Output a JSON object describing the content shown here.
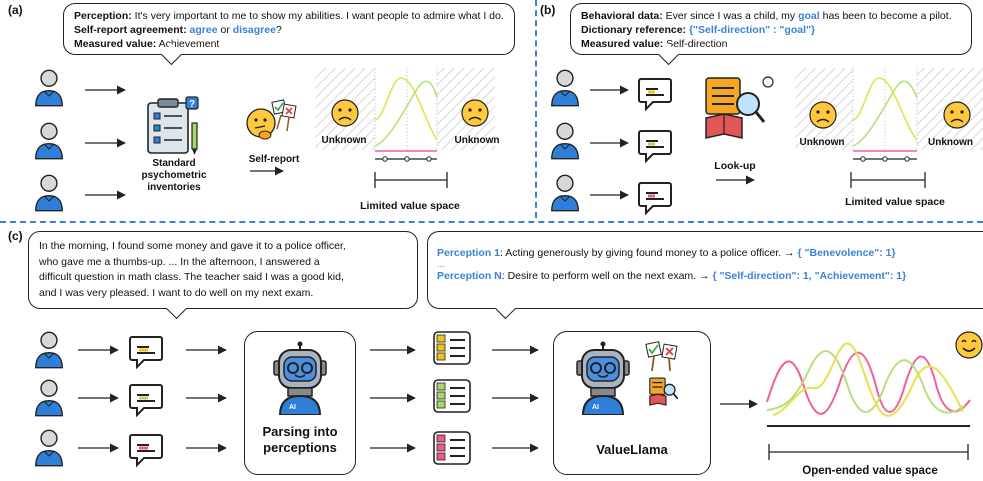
{
  "panel_a": {
    "label": "(a)",
    "bubble": {
      "perception_key": "Perception:",
      "perception_text": " It's very important to me to show my abilities. I want people to admire what I do.",
      "agreement_key": "Self-report agreement:",
      "agree": "agree",
      "or": "or",
      "disagree": "disagree",
      "qmark": "?",
      "measured_key": "Measured value:",
      "measured_val": " Achievement"
    },
    "inventory_label": [
      "Standard",
      "psychometric",
      "inventories"
    ],
    "self_report_label": "Self-report",
    "unknown_left": "Unknown",
    "unknown_right": "Unknown",
    "space_label": "Limited value space"
  },
  "panel_b": {
    "label": "(b)",
    "bubble": {
      "behav_key": "Behavioral data:",
      "behav_text_1": " Ever since I was a child, my ",
      "behav_goal": "goal",
      "behav_text_2": " has been to become a pilot.",
      "dict_key": "Dictionary reference:",
      "dict_val": "{\"Self-direction\" : \"goal\"}",
      "measured_key": "Measured value:",
      "measured_val": " Self-direction"
    },
    "lookup_label": "Look-up",
    "unknown_left": "Unknown",
    "unknown_right": "Unknown",
    "space_label": "Limited value space"
  },
  "panel_c": {
    "label": "(c)",
    "story_lines": [
      "In the morning, I found some money and gave it to a police officer,",
      "who gave me a thumbs-up. ... In the afternoon, I answered a",
      "difficult question in math class. The teacher said I was a good kid,",
      "and I was very pleased. I want to do well on my next exam."
    ],
    "perc1_key": "Perception 1",
    "perc1_text": ": Acting generously by giving found money to a police officer. → ",
    "perc1_val": "{ \"Benevolence\": 1}",
    "ellipsis": "...",
    "percN_key": "Perception N",
    "percN_text": ": Desire to perform well on the next exam. → ",
    "percN_val": "{ \"Self-direction\": 1, \"Achievement\": 1}",
    "parsing_label": [
      "Parsing into",
      "perceptions"
    ],
    "valuellama_label": "ValueLlama",
    "space_label": "Open-ended value space",
    "ai_text": "AI"
  },
  "colors": {
    "blue": "#3b82d6",
    "person": "#2f7fd8",
    "yellow": "#f0c419",
    "pink": "#f05a8a",
    "green": "#a8d86b",
    "curve_yellow": "#e8e050",
    "curve_green": "#b8e07a",
    "curve_pink": "#f0609a"
  }
}
